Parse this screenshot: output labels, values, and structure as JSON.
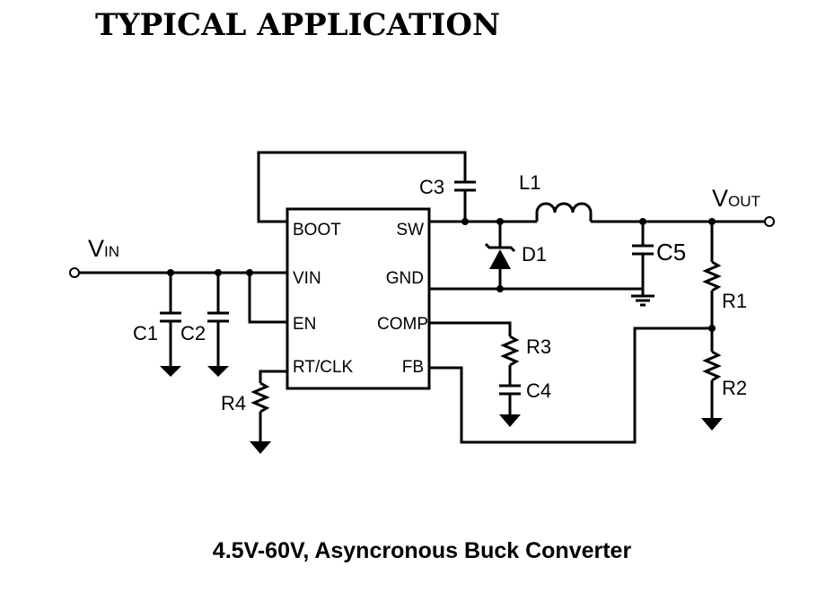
{
  "title": "TYPICAL APPLICATION",
  "caption": "4.5V-60V, Asyncronous Buck Converter",
  "ic": {
    "pins_left": [
      "BOOT",
      "VIN",
      "EN",
      "RT/CLK"
    ],
    "pins_right": [
      "SW",
      "GND",
      "COMP",
      "FB"
    ]
  },
  "nets": {
    "vin": {
      "main": "V",
      "sub": "IN"
    },
    "vout": {
      "main": "V",
      "sub": "OUT"
    }
  },
  "components": {
    "c1": "C1",
    "c2": "C2",
    "c3": "C3",
    "c4": "C4",
    "c5": "C5",
    "r1": "R1",
    "r2": "R2",
    "r3": "R3",
    "r4": "R4",
    "l1": "L1",
    "d1": "D1"
  }
}
